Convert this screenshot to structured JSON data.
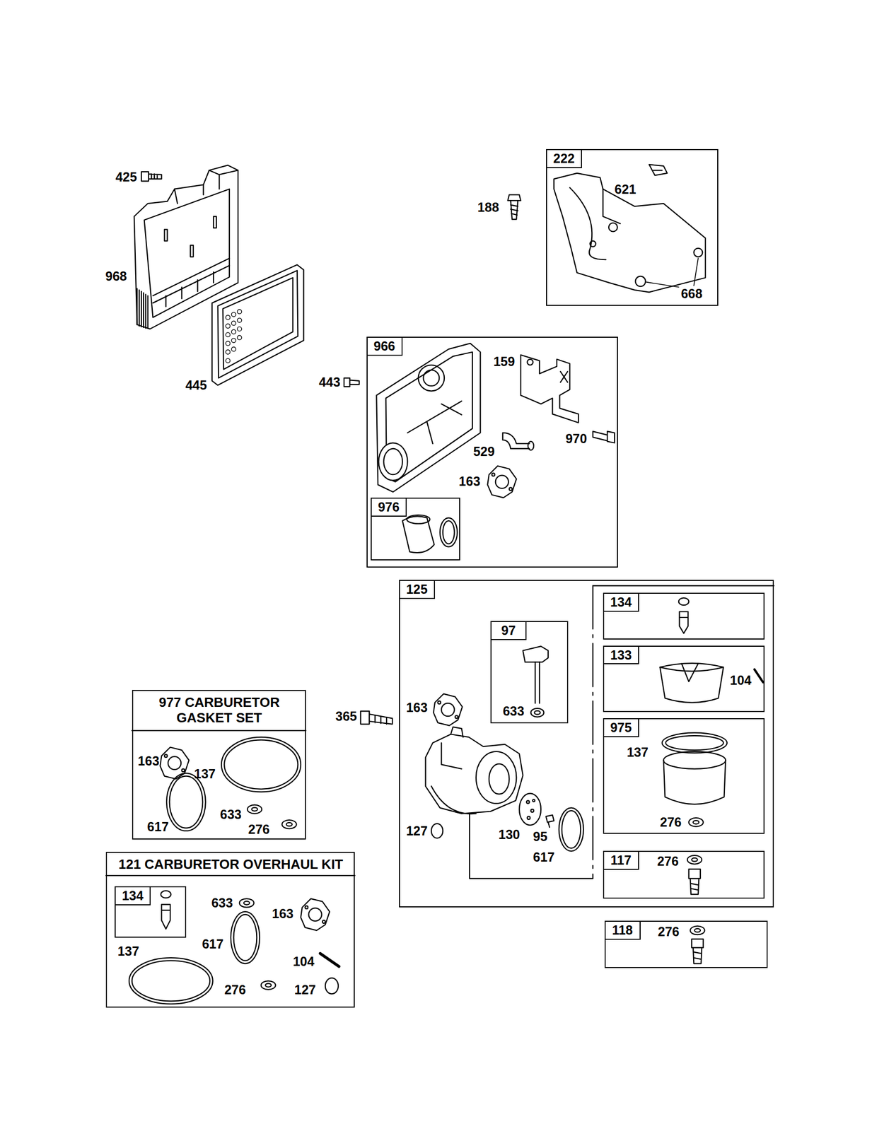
{
  "diagram": {
    "nodes": [
      {
        "text": [
          "222",
          "621",
          "668"
        ]
      },
      {
        "text": [
          "966",
          "159",
          "529",
          "970",
          "163"
        ]
      },
      {
        "text": [
          "976"
        ],
        "in": 1
      },
      {
        "text": [
          "125",
          "163",
          "127",
          "130",
          "95",
          "617"
        ]
      },
      {
        "text": [
          "97",
          "633"
        ],
        "in": 3
      },
      {
        "text": [
          "134"
        ],
        "in": 3
      },
      {
        "text": [
          "133",
          "104"
        ],
        "in": 3
      },
      {
        "text": [
          "975",
          "137",
          "276"
        ],
        "in": 3
      },
      {
        "text": [
          "117",
          "276"
        ],
        "in": 3
      },
      {
        "text": [
          "118",
          "276"
        ]
      },
      {
        "text": [
          "977 CARBURETOR GASKET SET",
          "163",
          "137",
          "617",
          "633",
          "276"
        ]
      },
      {
        "text": [
          "121 CARBURETOR OVERHAUL KIT",
          "633",
          "163",
          "617",
          "137",
          "104",
          "276",
          "127"
        ]
      },
      {
        "text": [
          "134"
        ],
        "in": 11
      }
    ],
    "labels": [
      "425",
      "968",
      "445",
      "188",
      "443",
      "365"
    ]
  }
}
